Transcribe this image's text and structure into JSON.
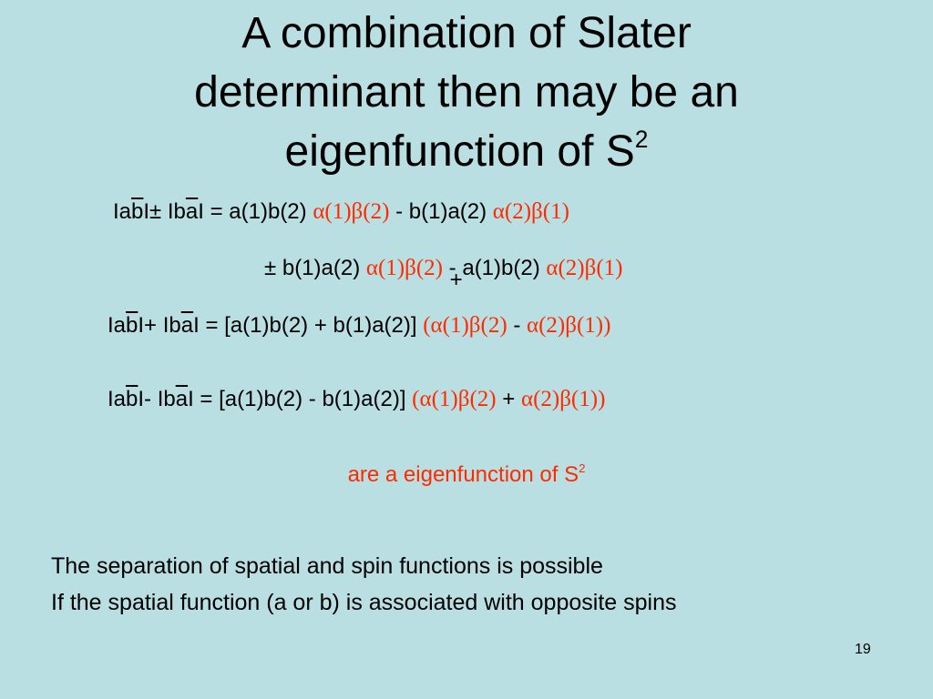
{
  "slide": {
    "title_line1": "A combination of Slater",
    "title_line2": "determinant then may be an",
    "title_line3_main": "eigenfunction of S",
    "title_line3_sup": "2",
    "page_number": "19"
  },
  "eq1": {
    "lhs_open": "Ia",
    "lhs_bbar": "b",
    "lhs_sep": "I± Ib",
    "lhs_abar": "a",
    "lhs_close": "I = a(1)b(2) ",
    "term1_spin": "α(1)β(2)",
    "mid": " - b(1)a(2) ",
    "term2_spin": "α(2)β(1)"
  },
  "eq2": {
    "pm": "± b(1)a(2) ",
    "term1_spin": "α(1)β(2)",
    "mp_top": "-",
    "mp_bottom": "+",
    "mid": " a(1)b(2) ",
    "term2_spin": "α(2)β(1)"
  },
  "eq3": {
    "lhs_open": "Ia",
    "lhs_bbar": "b",
    "lhs_sep": "I+ Ib",
    "lhs_abar": "a",
    "lhs_close": "I =  [a(1)b(2) + b(1)a(2)] ",
    "rhs_open": "(",
    "term1_spin": "α(1)β(2)",
    "op": " - ",
    "term2_spin": "α(2)β(1))"
  },
  "eq4": {
    "lhs_open": "Ia",
    "lhs_bbar": "b",
    "lhs_sep": "I- Ib",
    "lhs_abar": "a",
    "lhs_close": "I =   [a(1)b(2) - b(1)a(2)] ",
    "rhs_open": "(",
    "term1_spin": "α(1)β(2)",
    "op": " + ",
    "term2_spin": "α(2)β(1))"
  },
  "caption": {
    "text": "are a eigenfunction of S",
    "sup": "2"
  },
  "body": {
    "line1": "The separation of spatial and spin functions is possible",
    "line2": "If the spatial function (a or b) is associated with opposite spins"
  },
  "colors": {
    "background": "#b9dfe2",
    "accent_red": "#ff2a00"
  }
}
